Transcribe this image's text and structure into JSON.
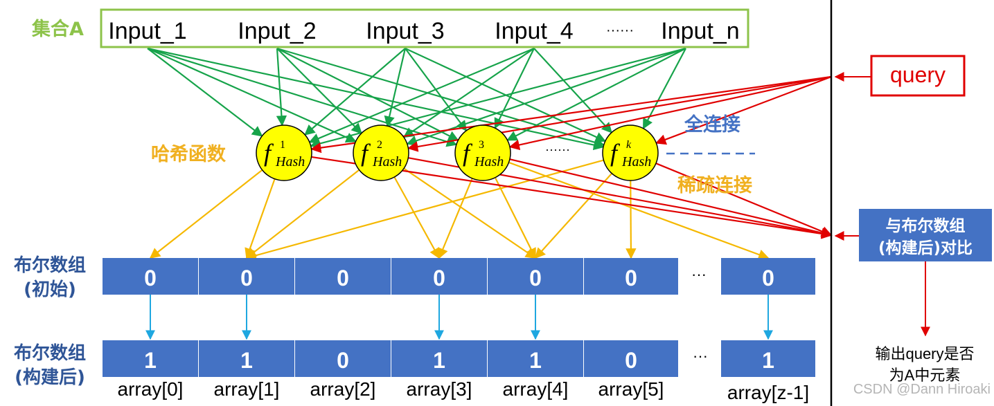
{
  "set_label": "集合A",
  "inputs": [
    "Input_1",
    "Input_2",
    "Input_3",
    "Input_4",
    "Input_n"
  ],
  "inputs_ellipsis": "······",
  "hash_label": "哈希函数",
  "hash_functions": [
    {
      "sup": "1",
      "sub": "Hash"
    },
    {
      "sup": "2",
      "sub": "Hash"
    },
    {
      "sup": "3",
      "sub": "Hash"
    },
    {
      "sup": "k",
      "sub": "Hash"
    }
  ],
  "hash_symbol": "f",
  "hash_ellipsis": "······",
  "legend_full": "全连接",
  "legend_sparse": "稀疏连接",
  "query_label": "query",
  "compare_lines": [
    "与布尔数组",
    "(构建后)对比"
  ],
  "output_lines": [
    "输出query是否",
    "为A中元素"
  ],
  "row_initial_label": [
    "布尔数组",
    "(初始)"
  ],
  "row_built_label": [
    "布尔数组",
    "(构建后)"
  ],
  "initial_bits": [
    "0",
    "0",
    "0",
    "0",
    "0",
    "0",
    "0"
  ],
  "built_bits": [
    "1",
    "1",
    "0",
    "1",
    "1",
    "0",
    "1"
  ],
  "array_ellipsis": "···",
  "index_labels": [
    "array[0]",
    "array[1]",
    "array[2]",
    "array[3]",
    "array[4]",
    "array[5]",
    "array[z-1]"
  ],
  "watermark": "CSDN @Dann Hiroaki",
  "colors": {
    "set_green": "#8dc34a",
    "full_edge": "#16a34a",
    "sparse_edge": "#f5b800",
    "query_red": "#e00000",
    "hash_fill": "#ffff00",
    "cell_blue": "#4472c4",
    "legend_blue": "#4472c4",
    "legend_gold": "#f0b020",
    "set_mapping_blue": "#1ea7e0",
    "divider": "#000000"
  },
  "connections": {
    "full": [
      [
        0,
        0
      ],
      [
        0,
        1
      ],
      [
        0,
        2
      ],
      [
        0,
        3
      ],
      [
        1,
        0
      ],
      [
        1,
        1
      ],
      [
        1,
        2
      ],
      [
        1,
        3
      ],
      [
        2,
        0
      ],
      [
        2,
        1
      ],
      [
        2,
        2
      ],
      [
        2,
        3
      ],
      [
        3,
        0
      ],
      [
        3,
        1
      ],
      [
        3,
        2
      ],
      [
        3,
        3
      ],
      [
        4,
        0
      ],
      [
        4,
        1
      ],
      [
        4,
        2
      ],
      [
        4,
        3
      ]
    ],
    "sparse": [
      [
        0,
        0
      ],
      [
        0,
        1
      ],
      [
        1,
        1
      ],
      [
        1,
        3
      ],
      [
        1,
        4
      ],
      [
        2,
        3
      ],
      [
        2,
        4
      ],
      [
        2,
        6
      ],
      [
        3,
        1
      ],
      [
        3,
        4
      ],
      [
        3,
        5
      ]
    ],
    "query_to_hash": [
      0,
      1,
      2,
      3
    ],
    "hash_to_compare": [
      0,
      1,
      2,
      3
    ]
  }
}
